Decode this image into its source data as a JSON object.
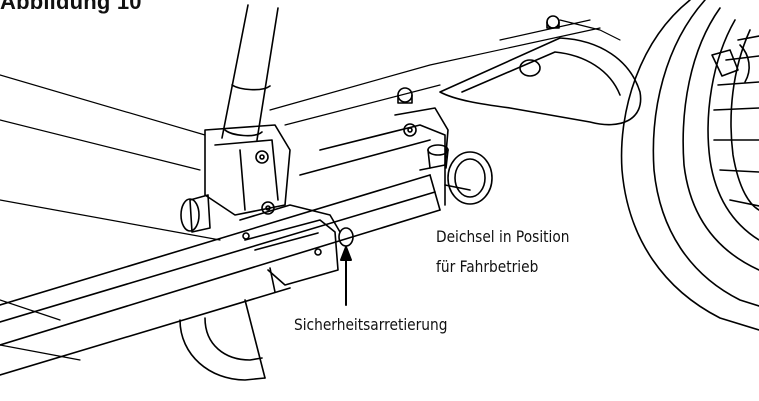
{
  "figure": {
    "heading": "Abbildung 10",
    "callouts": {
      "drawbar_line1": "Deichsel in Position",
      "drawbar_line2": "für Fahrbetrieb",
      "safety_lock": "Sicherheitsarretierung"
    }
  }
}
